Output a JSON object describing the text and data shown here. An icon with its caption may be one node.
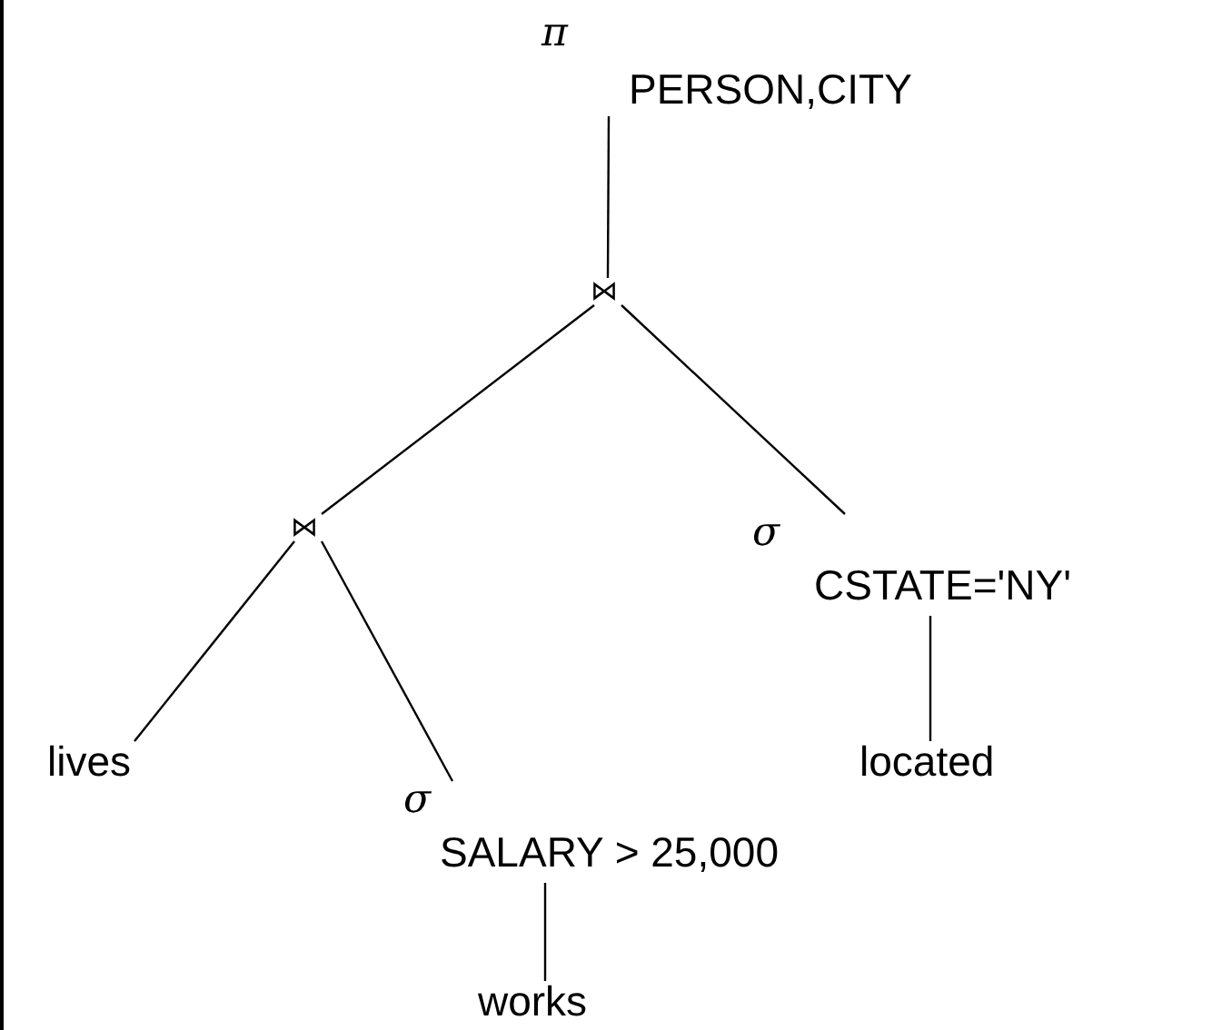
{
  "diagram": {
    "nodes": [
      {
        "text": [
          "π",
          "PERSON,CITY"
        ]
      },
      {
        "text": [
          "⋈"
        ]
      },
      {
        "text": [
          "⋈"
        ]
      },
      {
        "text": [
          "σ",
          "CSTATE='NY'"
        ]
      },
      {
        "text": [
          "lives"
        ]
      },
      {
        "text": [
          "σ",
          "SALARY > 25,000"
        ]
      },
      {
        "text": [
          "located"
        ]
      },
      {
        "text": [
          "works"
        ]
      }
    ],
    "edges": [
      {
        "from": 0,
        "to": 1,
        "arrow": "none"
      },
      {
        "from": 1,
        "to": 2,
        "arrow": "none"
      },
      {
        "from": 1,
        "to": 3,
        "arrow": "none"
      },
      {
        "from": 2,
        "to": 4,
        "arrow": "none"
      },
      {
        "from": 2,
        "to": 5,
        "arrow": "none"
      },
      {
        "from": 3,
        "to": 6,
        "arrow": "none"
      },
      {
        "from": 5,
        "to": 7,
        "arrow": "none"
      }
    ]
  }
}
